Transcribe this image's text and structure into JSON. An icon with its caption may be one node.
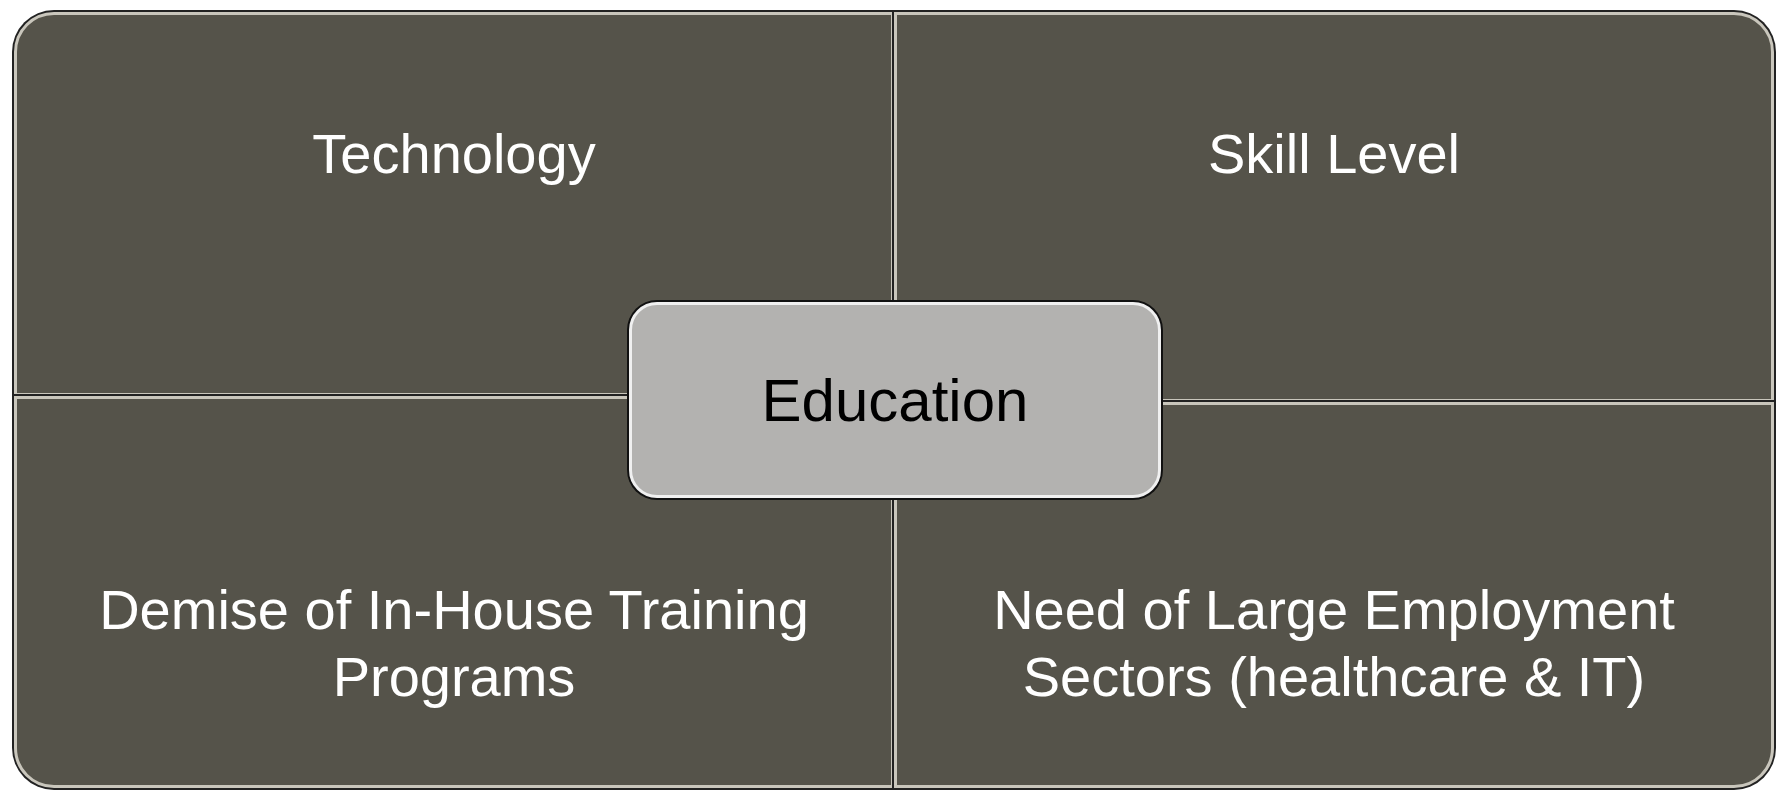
{
  "diagram": {
    "nodes": [
      {
        "text": [
          "Technology"
        ]
      },
      {
        "text": [
          "Skill Level"
        ]
      },
      {
        "text": [
          "Demise of In-House Training Programs"
        ]
      },
      {
        "text": [
          "Need of Large Employment Sectors (healthcare & IT)"
        ]
      },
      {
        "text": [
          "Education"
        ]
      }
    ],
    "edges": []
  }
}
